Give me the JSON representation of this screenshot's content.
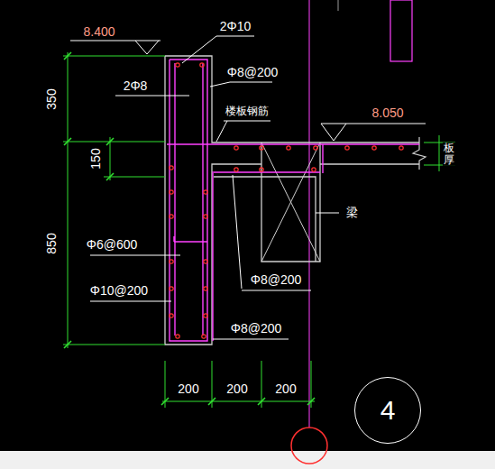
{
  "diagram": {
    "nodes": [
      {
        "text": [
          "4"
        ]
      }
    ],
    "labels": [
      "8.400",
      "2Φ10",
      "Φ8@200",
      "350",
      "2Φ8",
      "楼板钢筋",
      "8.050",
      "150",
      "板厚",
      "梁",
      "850",
      "Φ6@600",
      "Φ8@200",
      "Φ10@200",
      "Φ8@200",
      "200",
      "200",
      "200"
    ]
  }
}
